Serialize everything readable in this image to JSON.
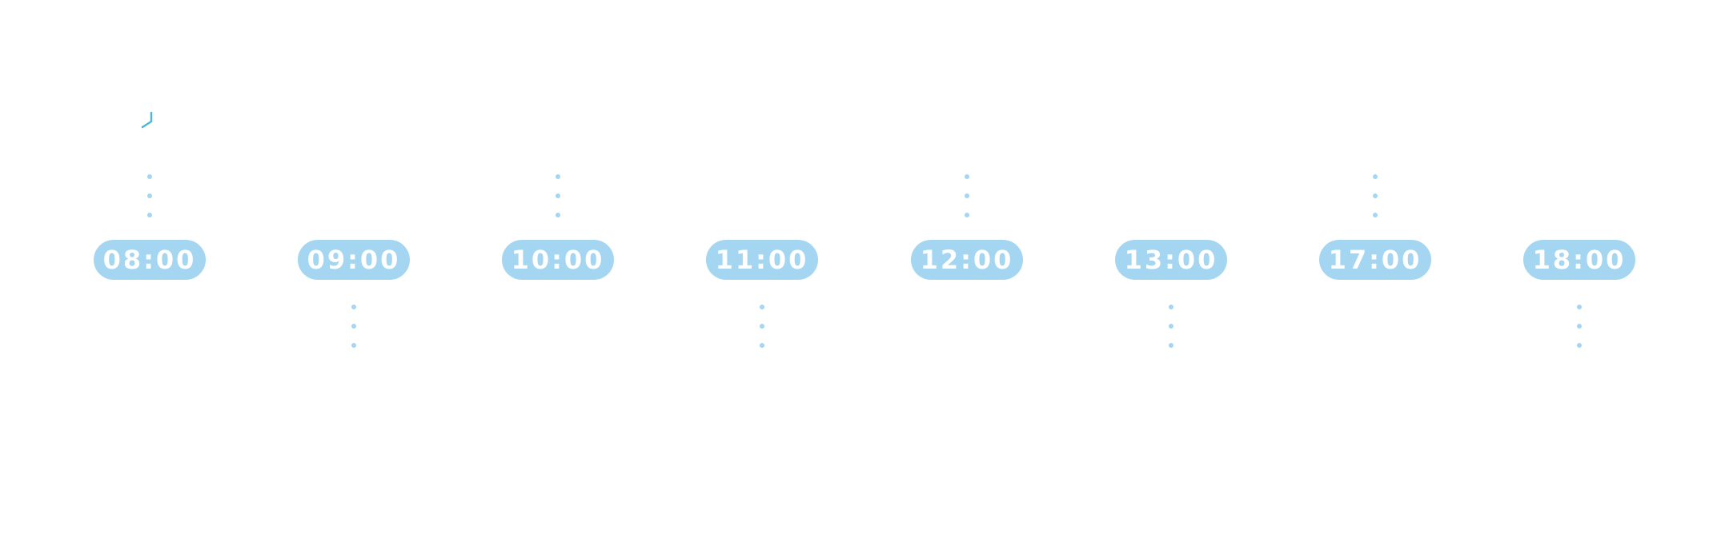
{
  "accent_color": "#a4d6f2",
  "mark_color": "#4fb6d6",
  "timeline": {
    "nodes": [
      {
        "time": "08:00",
        "connector": "top"
      },
      {
        "time": "09:00",
        "connector": "bottom"
      },
      {
        "time": "10:00",
        "connector": "top"
      },
      {
        "time": "11:00",
        "connector": "bottom"
      },
      {
        "time": "12:00",
        "connector": "top"
      },
      {
        "time": "13:00",
        "connector": "bottom"
      },
      {
        "time": "17:00",
        "connector": "top"
      },
      {
        "time": "18:00",
        "connector": "bottom"
      }
    ]
  }
}
